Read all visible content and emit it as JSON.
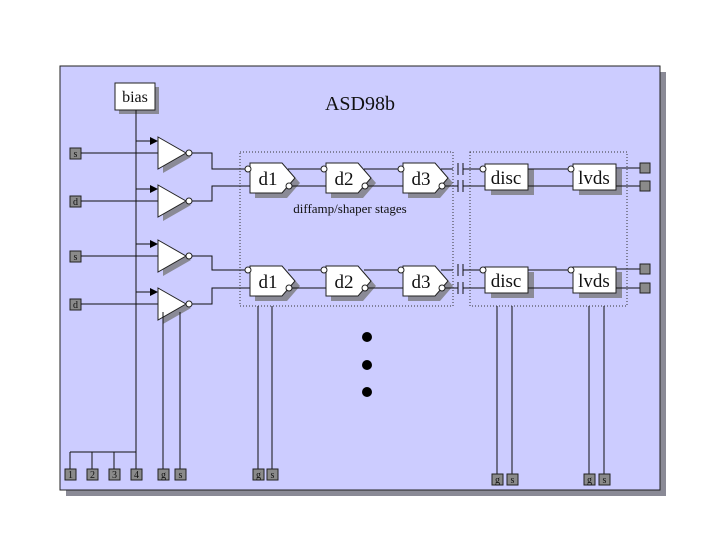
{
  "title": "ASD98b",
  "bias_label": "bias",
  "stage_caption": "diffamp/shaper stages",
  "input_pads": [
    "s",
    "d",
    "s",
    "d"
  ],
  "stages": [
    "d1",
    "d2",
    "d3"
  ],
  "disc_label": "disc",
  "lvds_label": "lvds",
  "bias_pads": [
    "1",
    "2",
    "3",
    "4"
  ],
  "g_label": "g",
  "s_label": "s",
  "colors": {
    "panel": "#ccccff",
    "shadow": "#8a8a96",
    "pad": "#8a8a8a"
  }
}
